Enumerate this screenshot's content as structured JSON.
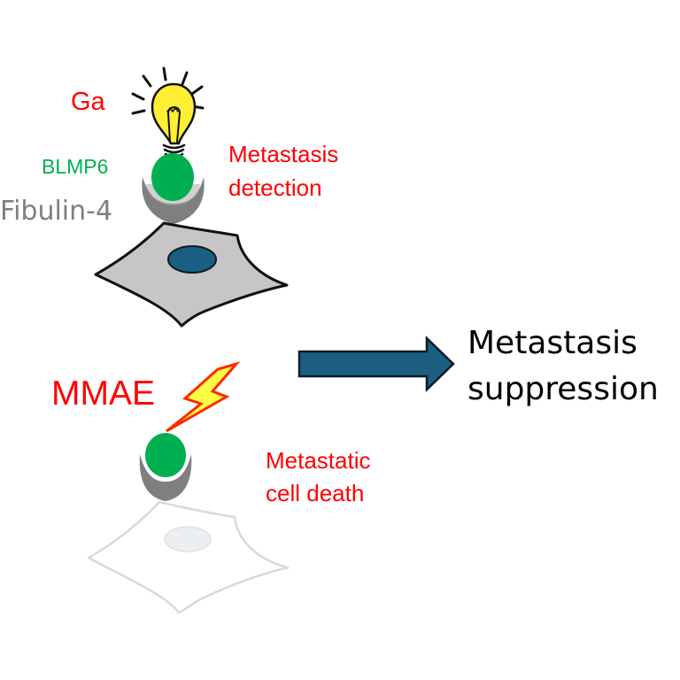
{
  "colors": {
    "label_red": "#ff0000",
    "blmp6_green": "#00b050",
    "fibulin_gray": "#7f7f7f",
    "arrow_blue": "#1b5e82",
    "nucleus_blue": "#1b5e82",
    "bulb_yellow": "#ffee33",
    "bolt_yellow": "#ffff44",
    "bolt_outline": "#ff2a00"
  },
  "labels": {
    "ga": "Ga",
    "blmp6": "BLMP6",
    "fibulin": "Fibulin-4",
    "detection_line1": "Metastasis",
    "detection_line2": "detection",
    "mmae": "MMAE",
    "death_line1": "Metastatic",
    "death_line2": "cell death",
    "result_line1": "Metastasis",
    "result_line2": "suppression"
  },
  "icons": {
    "top": [
      "lightbulb-icon",
      "blmp6-sphere",
      "fibulin-cup",
      "metastatic-cell"
    ],
    "bottom": [
      "lightning-bolt-icon",
      "blmp6-sphere",
      "fibulin-cup",
      "dead-cell"
    ],
    "connector": "right-arrow-icon"
  }
}
